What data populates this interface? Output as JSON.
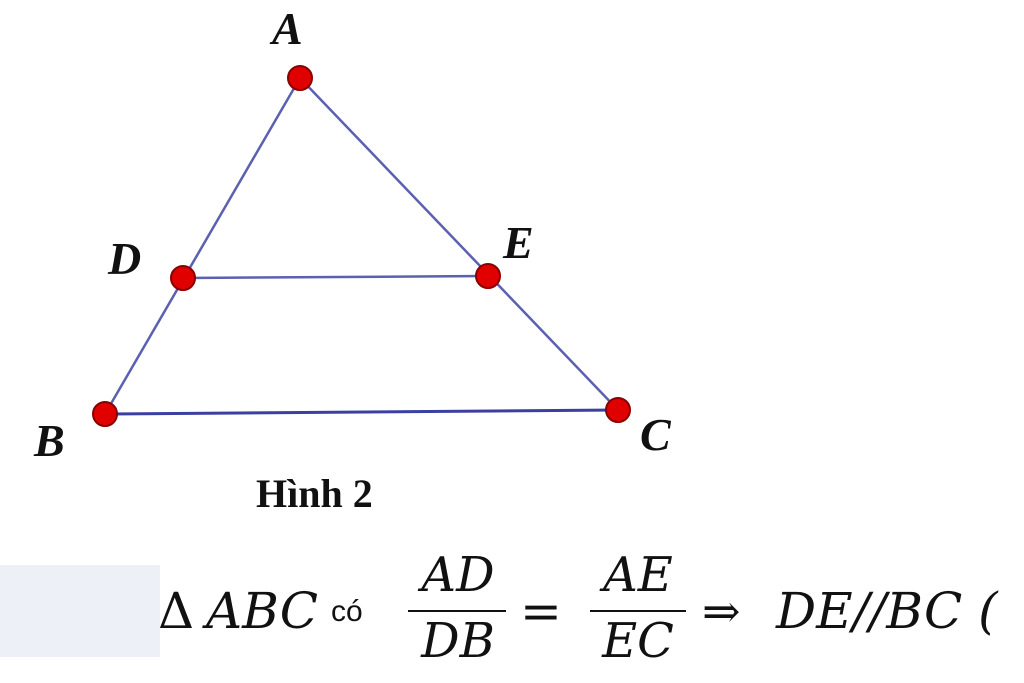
{
  "figure": {
    "caption": "Hình 2",
    "points": {
      "A": "A",
      "B": "B",
      "C": "C",
      "D": "D",
      "E": "E"
    },
    "line_color": "#5b60b0",
    "base_line_color": "#3a3fa0",
    "point_color": "#e00000",
    "point_outline_color": "#8a0000"
  },
  "formula": {
    "triangle_symbol": "Δ",
    "triangle_name": "ABC",
    "connector": "có",
    "frac1_num": "AD",
    "frac1_den": "DB",
    "equals": "=",
    "frac2_num": "AE",
    "frac2_den": "EC",
    "implies": "⇒",
    "conclusion": "DE//BC ("
  }
}
